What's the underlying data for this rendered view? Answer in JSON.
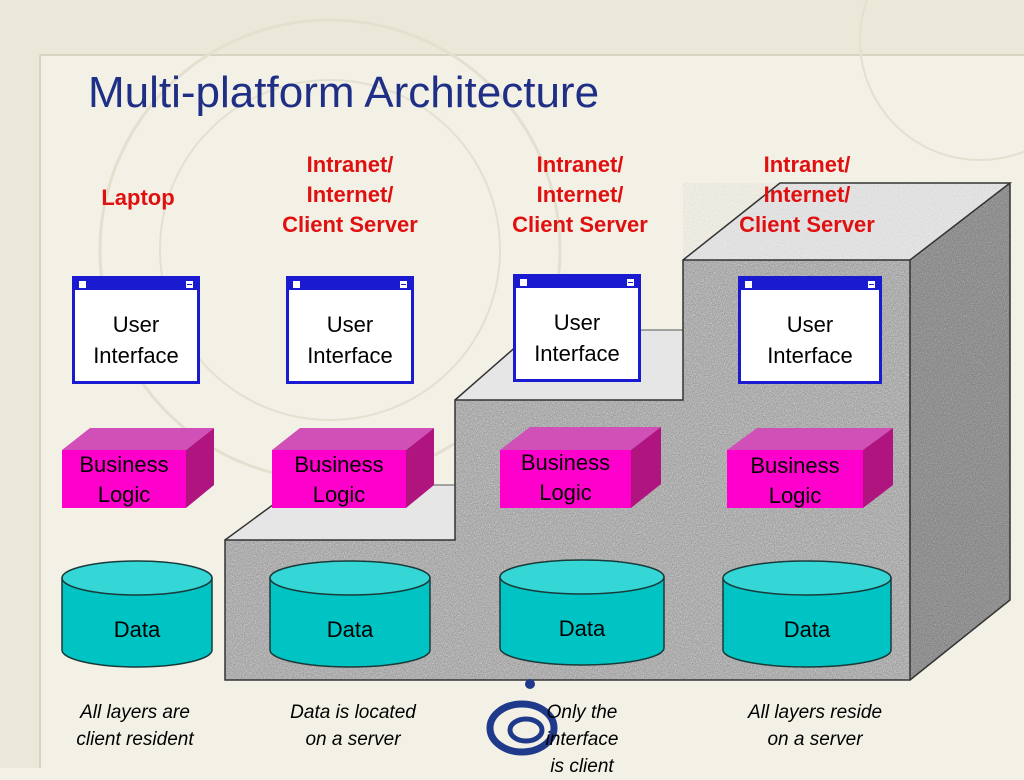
{
  "title": "Multi-platform Architecture",
  "columns": [
    {
      "header": [
        "Laptop"
      ],
      "ui": [
        "User",
        "Interface"
      ],
      "business": [
        "Business",
        "Logic"
      ],
      "data": "Data",
      "caption": [
        "All layers are",
        "client resident"
      ]
    },
    {
      "header": [
        "Intranet/",
        "Internet/",
        "Client Server"
      ],
      "ui": [
        "User",
        "Interface"
      ],
      "business": [
        "Business",
        "Logic"
      ],
      "data": "Data",
      "caption": [
        "Data is located",
        "on a server"
      ]
    },
    {
      "header": [
        "Intranet/",
        "Internet/",
        "Client Server"
      ],
      "ui": [
        "User",
        "Interface"
      ],
      "business": [
        "Business",
        "Logic"
      ],
      "data": "Data",
      "caption": [
        "Only the",
        "interface",
        "is client"
      ]
    },
    {
      "header": [
        "Intranet/",
        "Internet/",
        "Client Server"
      ],
      "ui": [
        "User",
        "Interface"
      ],
      "business": [
        "Business",
        "Logic"
      ],
      "data": "Data",
      "caption": [
        "All layers reside",
        "on a server"
      ]
    }
  ],
  "colors": {
    "title": "#1f2f86",
    "header": "#e01010",
    "window": "#1a1ad0",
    "business_front": "#ff00cc",
    "business_side": "#c0158f",
    "data_fill": "#00c4c4",
    "data_top": "#35d6d6",
    "stone": "#a6a6a6"
  },
  "icons": {
    "logo": "swirl-logo-icon"
  }
}
